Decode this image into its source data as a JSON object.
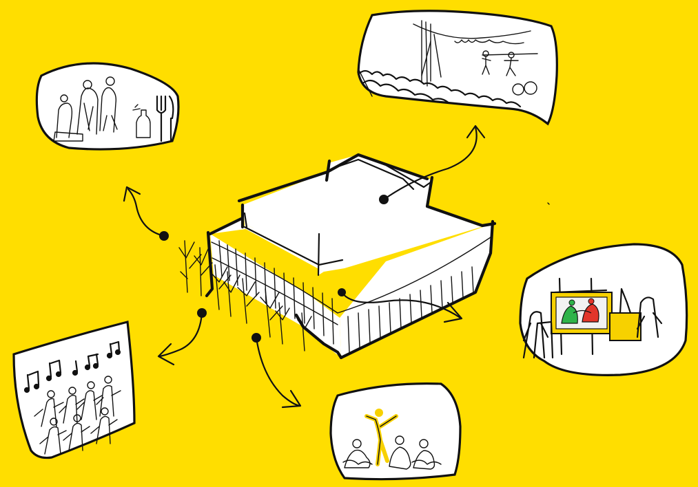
{
  "illustration": {
    "background_color": "#ffde00",
    "ink_color": "#111111",
    "central_element": "building-massing-sketch",
    "vignettes": [
      {
        "id": "dining",
        "icons": [
          "people-icon",
          "fork-icon",
          "knife-icon",
          "bottle-icon"
        ]
      },
      {
        "id": "theatre",
        "icons": [
          "stage-curtain-icon",
          "audience-icon",
          "performers-icon"
        ]
      },
      {
        "id": "exhibition",
        "icons": [
          "easel-icon",
          "painting-icon",
          "visitors-icon"
        ]
      },
      {
        "id": "dance",
        "icons": [
          "dancer-icon",
          "seated-figures-icon"
        ]
      },
      {
        "id": "singing",
        "icons": [
          "music-notes-icon",
          "choir-icon"
        ]
      }
    ],
    "painting_colors": [
      "#2fb34a",
      "#e2362b",
      "#f7d100",
      "#f2f2f2"
    ]
  }
}
